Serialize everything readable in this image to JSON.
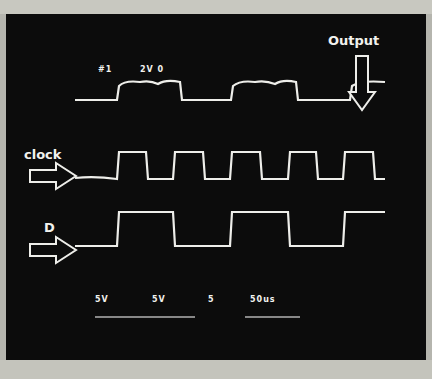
{
  "diagram": {
    "labels": [
      "Output",
      "clock",
      "D",
      "#1",
      "2V 0",
      "5V",
      "5V",
      "5",
      "50us"
    ]
  }
}
